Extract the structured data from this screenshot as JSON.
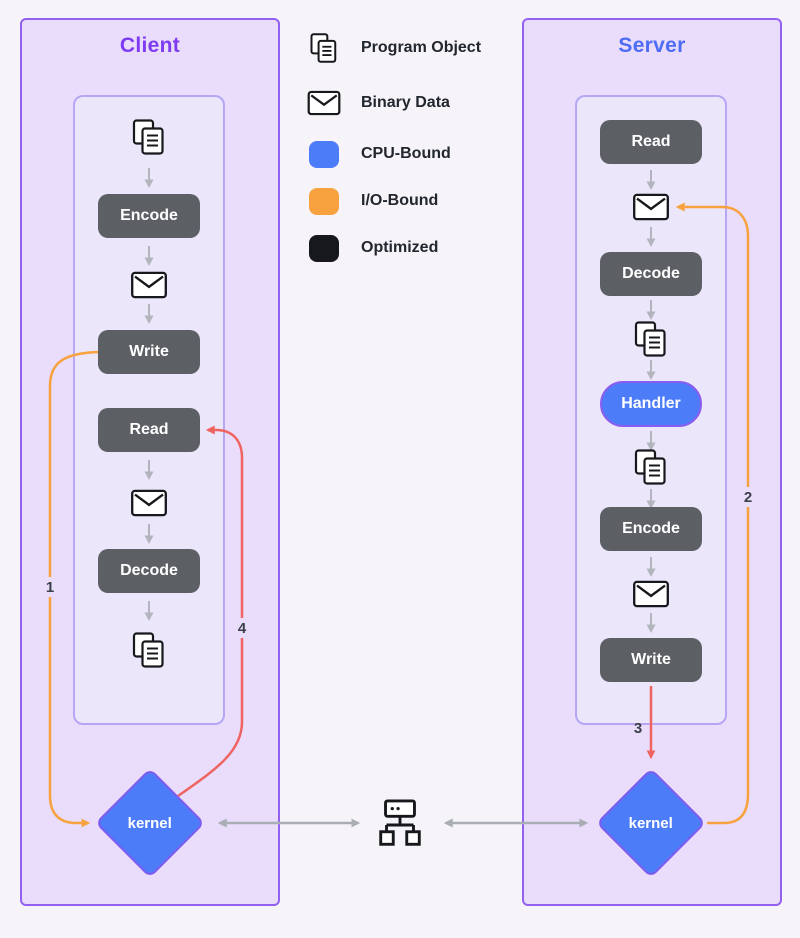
{
  "client": {
    "title": "Client",
    "nodes": {
      "encode": "Encode",
      "write": "Write",
      "read": "Read",
      "decode": "Decode"
    },
    "kernel_label": "kernel",
    "arrow_labels": {
      "write_to_kernel": "1",
      "kernel_to_read": "4"
    }
  },
  "server": {
    "title": "Server",
    "nodes": {
      "read": "Read",
      "decode": "Decode",
      "handler": "Handler",
      "encode": "Encode",
      "write": "Write"
    },
    "kernel_label": "kernel",
    "arrow_labels": {
      "kernel_to_binary": "2",
      "write_to_kernel": "3"
    }
  },
  "legend": {
    "items": [
      {
        "icon": "program-object-icon",
        "label": "Program Object"
      },
      {
        "icon": "binary-data-icon",
        "label": "Binary Data"
      },
      {
        "icon": "cpu-bound-swatch",
        "label": "CPU-Bound",
        "color": "#4d7cf8"
      },
      {
        "icon": "io-bound-swatch",
        "label": "I/O-Bound",
        "color": "#f7a23e"
      },
      {
        "icon": "optimized-swatch",
        "label": "Optimized",
        "color": "#17181c"
      }
    ]
  },
  "colors": {
    "client_accent": "#7e3bf3",
    "server_accent": "#4e6cf6",
    "cpu_bound": "#4d7cf8",
    "io_bound": "#f7a23e",
    "optimized": "#17181c",
    "request_line": "#f7a23e",
    "response_line": "#ef6461",
    "panel_fill": "#e9ddfb"
  }
}
